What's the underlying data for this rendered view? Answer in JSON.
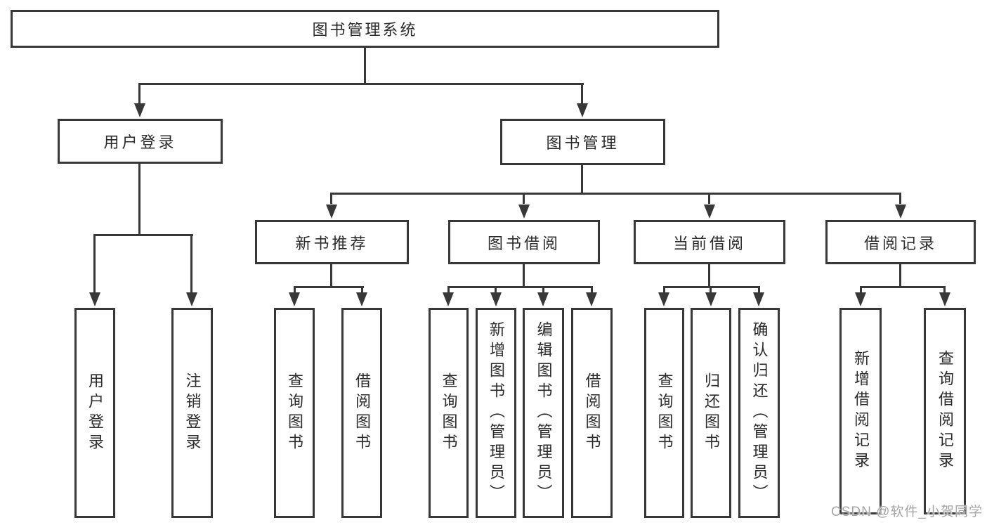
{
  "page": {
    "background": "#ffffff"
  },
  "colors": {
    "line": "#383838",
    "box_border": "#383838",
    "text": "#2b2b2b",
    "watermark": "#a6a6a6"
  },
  "tree": {
    "root": {
      "label": "图书管理系统"
    },
    "branches": [
      {
        "label": "用户登录",
        "children": [
          {
            "label": "用户登录"
          },
          {
            "label": "注销登录"
          }
        ]
      },
      {
        "label": "图书管理",
        "children": [
          {
            "label": "新书推荐",
            "children": [
              {
                "label": "查询图书"
              },
              {
                "label": "借阅图书"
              }
            ]
          },
          {
            "label": "图书借阅",
            "children": [
              {
                "label": "查询图书"
              },
              {
                "label": "新增图书（管理员）"
              },
              {
                "label": "编辑图书（管理员）"
              },
              {
                "label": "借阅图书"
              }
            ]
          },
          {
            "label": "当前借阅",
            "children": [
              {
                "label": "查询图书"
              },
              {
                "label": "归还图书"
              },
              {
                "label": "确认归还（管理员）"
              }
            ]
          },
          {
            "label": "借阅记录",
            "children": [
              {
                "label": "新增借阅记录"
              },
              {
                "label": "查询借阅记录"
              }
            ]
          }
        ]
      }
    ]
  },
  "watermark": {
    "text": "CSDN @软件_小贺同学"
  }
}
